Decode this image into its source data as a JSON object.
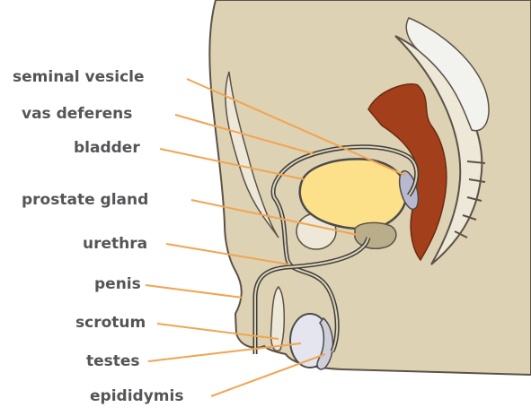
{
  "labels": {
    "seminal_vesicle": "seminal vesicle",
    "vas_deferens": "vas deferens",
    "bladder": "bladder",
    "prostate_gland": "prostate gland",
    "urethra": "urethra",
    "penis": "penis",
    "scrotum": "scrotum",
    "testes": "testes",
    "epididymis": "epididymis"
  },
  "colors": {
    "skin": "#ddd2b4",
    "skin_outline": "#5c5247",
    "bladder": "#fde08a",
    "rectum": "#a3401b",
    "testis": "#e4e5ee",
    "duct": "#3e3e3e",
    "leader_line": "#f2a451",
    "label_text": "#555559"
  }
}
